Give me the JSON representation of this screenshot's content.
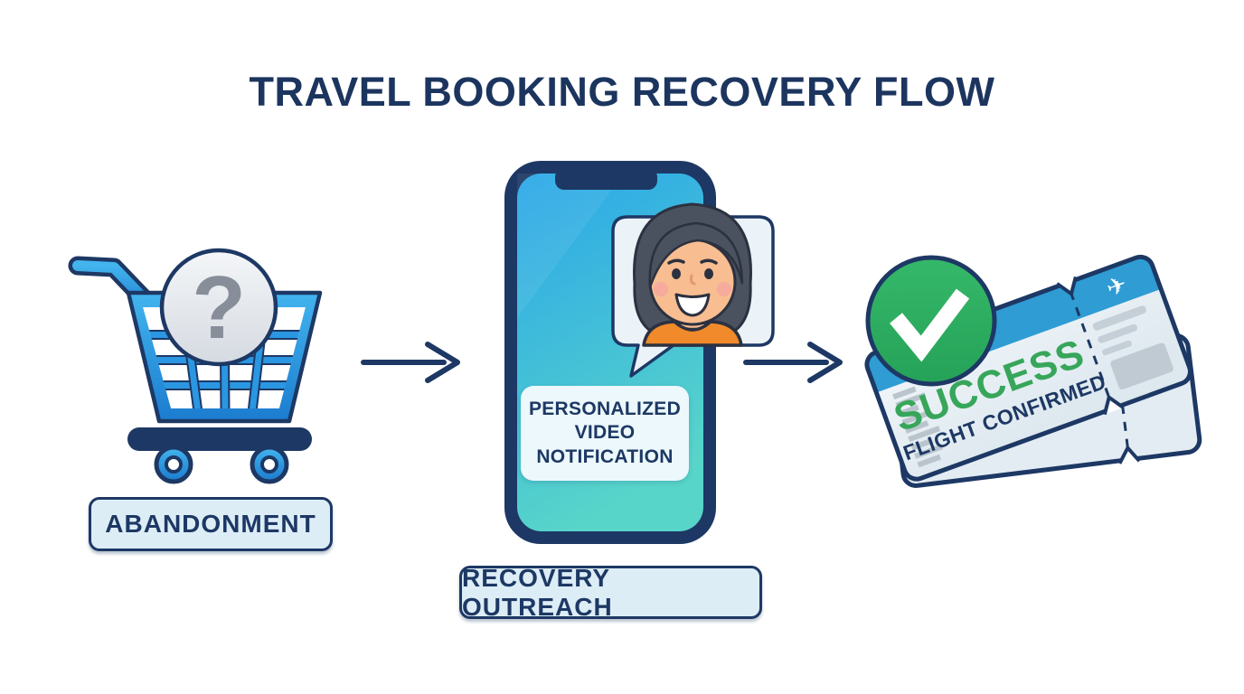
{
  "title": "TRAVEL BOOKING RECOVERY FLOW",
  "stages": {
    "abandonment": {
      "label": "ABANDONMENT"
    },
    "recovery": {
      "label": "RECOVERY OUTREACH",
      "notification": "PERSONALIZED VIDEO NOTIFICATION"
    },
    "success": {
      "headline": "SUCCESS",
      "subline": "FLIGHT CONFIRMED"
    }
  },
  "icons": {
    "question_mark_glyph": "?",
    "airplane_glyph": "✈"
  },
  "colors": {
    "navy": "#1d3864",
    "title_navy": "#1c355f",
    "cart_blue_light": "#43b4ee",
    "cart_blue_dark": "#1b7ccf",
    "label_bg": "#ddedf6",
    "screen_top": "#2aa6e9",
    "screen_bottom": "#58d5c9",
    "bubble_bg": "#ebf3f9",
    "skin": "#f8bd90",
    "hair": "#4a515f",
    "shirt_orange": "#f08a2b",
    "check_green": "#2bad5f",
    "success_green": "#37a65a",
    "ticket_body": "#eef4f8",
    "ticket_strip": "#2f9cd4",
    "placeholder_gray": "#c2ccd4"
  }
}
